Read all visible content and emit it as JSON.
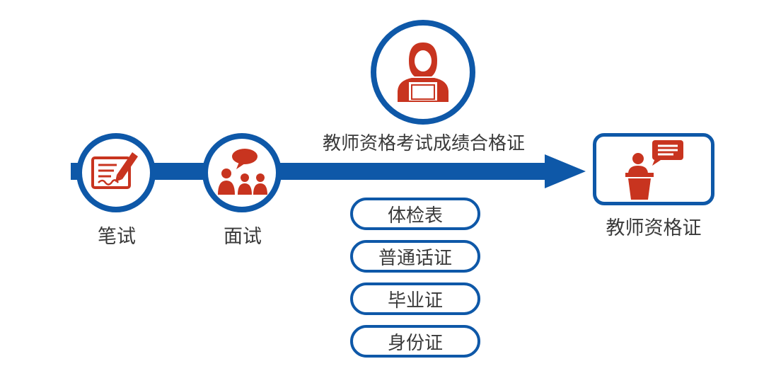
{
  "colors": {
    "primary_blue": "#0e58a8",
    "accent_red": "#c8341f",
    "text_gray": "#3a3a3a"
  },
  "steps": {
    "written_exam": {
      "label": "笔试",
      "icon": "contract-pen-icon"
    },
    "interview": {
      "label": "面试",
      "icon": "group-discussion-icon"
    },
    "result": {
      "label": "教师资格考试成绩合格证",
      "icon": "examiner-person-icon"
    },
    "certificate": {
      "label": "教师资格证",
      "icon": "teacher-podium-icon"
    }
  },
  "documents": [
    "体检表",
    "普通话证",
    "毕业证",
    "身份证"
  ]
}
